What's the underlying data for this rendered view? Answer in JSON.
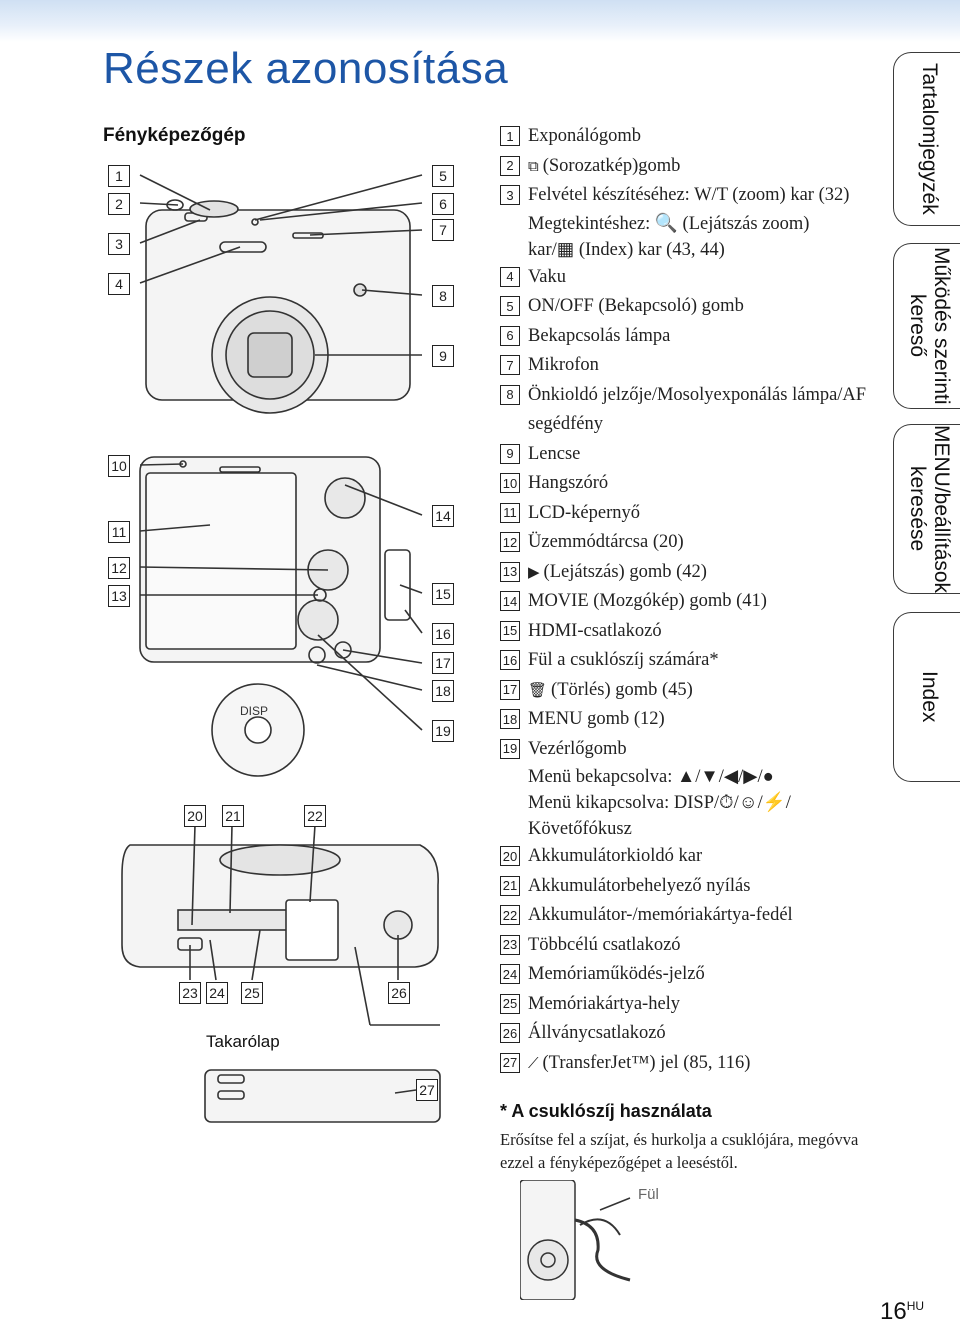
{
  "page": {
    "title": "Részek azonosítása",
    "subtitle": "Fényképezőgép",
    "page_number": "16",
    "page_lang": "HU"
  },
  "tabs": [
    {
      "label": "Tartalomjegyzék"
    },
    {
      "label": "Működés szerinti kereső"
    },
    {
      "label": "MENU/beállítások keresése"
    },
    {
      "label": "Index"
    }
  ],
  "diagram": {
    "cover_label": "Takarólap",
    "strap_label": "Fül",
    "disp_label": "DISP"
  },
  "parts": [
    {
      "num": "1",
      "text": "Exponálógomb"
    },
    {
      "num": "2",
      "icon": "burst-icon",
      "text": "(Sorozatkép)gomb"
    },
    {
      "num": "3",
      "text": "Felvétel készítéséhez: W/T (zoom) kar (32)",
      "sub": [
        "Megtekintéshez: 🔍 (Lejátszás zoom)",
        "kar/▦ (Index) kar (43, 44)"
      ]
    },
    {
      "num": "4",
      "text": "Vaku"
    },
    {
      "num": "5",
      "text": "ON/OFF (Bekapcsoló) gomb"
    },
    {
      "num": "6",
      "text": "Bekapcsolás lámpa"
    },
    {
      "num": "7",
      "text": "Mikrofon"
    },
    {
      "num": "8",
      "text": "Önkioldó jelzője/Mosolyexponálás lámpa/AF segédfény"
    },
    {
      "num": "9",
      "text": "Lencse"
    },
    {
      "num": "10",
      "text": "Hangszóró"
    },
    {
      "num": "11",
      "text": "LCD-képernyő"
    },
    {
      "num": "12",
      "text": "Üzemmódtárcsa (20)"
    },
    {
      "num": "13",
      "icon": "play-icon",
      "text": "(Lejátszás) gomb (42)"
    },
    {
      "num": "14",
      "text": "MOVIE (Mozgókép) gomb (41)"
    },
    {
      "num": "15",
      "text": "HDMI-csatlakozó"
    },
    {
      "num": "16",
      "text": "Fül a csuklószíj számára*"
    },
    {
      "num": "17",
      "icon": "trash-icon",
      "text": "(Törlés) gomb (45)"
    },
    {
      "num": "18",
      "text": "MENU gomb (12)"
    },
    {
      "num": "19",
      "text": "Vezérlőgomb",
      "sub": [
        "Menü bekapcsolva: ▲/▼/◀/▶/●",
        "Menü kikapcsolva: DISP/⏱/☺/⚡/",
        "Követőfókusz"
      ]
    },
    {
      "num": "20",
      "text": "Akkumulátorkioldó kar"
    },
    {
      "num": "21",
      "text": "Akkumulátorbehelyező nyílás"
    },
    {
      "num": "22",
      "text": "Akkumulátor-/memóriakártya-fedél"
    },
    {
      "num": "23",
      "text": "Többcélú csatlakozó"
    },
    {
      "num": "24",
      "text": "Memóriaműködés-jelző"
    },
    {
      "num": "25",
      "text": "Memóriakártya-hely"
    },
    {
      "num": "26",
      "text": "Állványcsatlakozó"
    },
    {
      "num": "27",
      "icon": "transferjet-icon",
      "text": "(TransferJet™) jel (85, 116)"
    }
  ],
  "icons": {
    "burst-icon": "⧉",
    "play-icon": "▶",
    "trash-icon": "🗑",
    "transferjet-icon": "⟋"
  },
  "note": {
    "heading": "* A csuklószíj használata",
    "body": "Erősítse fel a szíjat, és hurkolja a csuklójára, megóvva ezzel a fényképezőgépet a leeséstől."
  }
}
